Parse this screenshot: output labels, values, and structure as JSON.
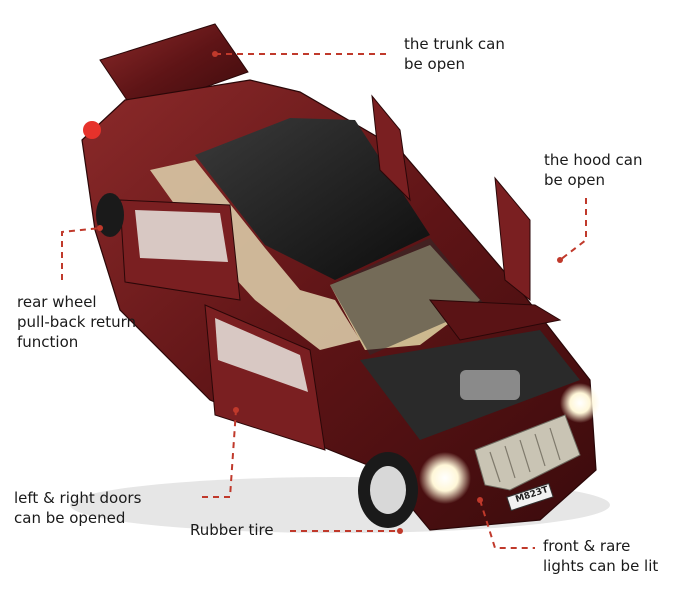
{
  "annotations": {
    "trunk": [
      "the trunk can",
      "be open"
    ],
    "hood": [
      "the hood can",
      "be open"
    ],
    "rear_wheel": [
      "rear wheel",
      "pull-back return",
      "function"
    ],
    "doors": [
      "left & right doors",
      "can be opened"
    ],
    "tire": [
      "Rubber tire"
    ],
    "lights": [
      "front & rare",
      "lights can be lit"
    ]
  },
  "car": {
    "plate": "M823T",
    "body_color": "#6b1a1c",
    "roof_color": "#1b1b1b",
    "interior_color": "#d9c9a6"
  },
  "leader_color": "#c0392b"
}
